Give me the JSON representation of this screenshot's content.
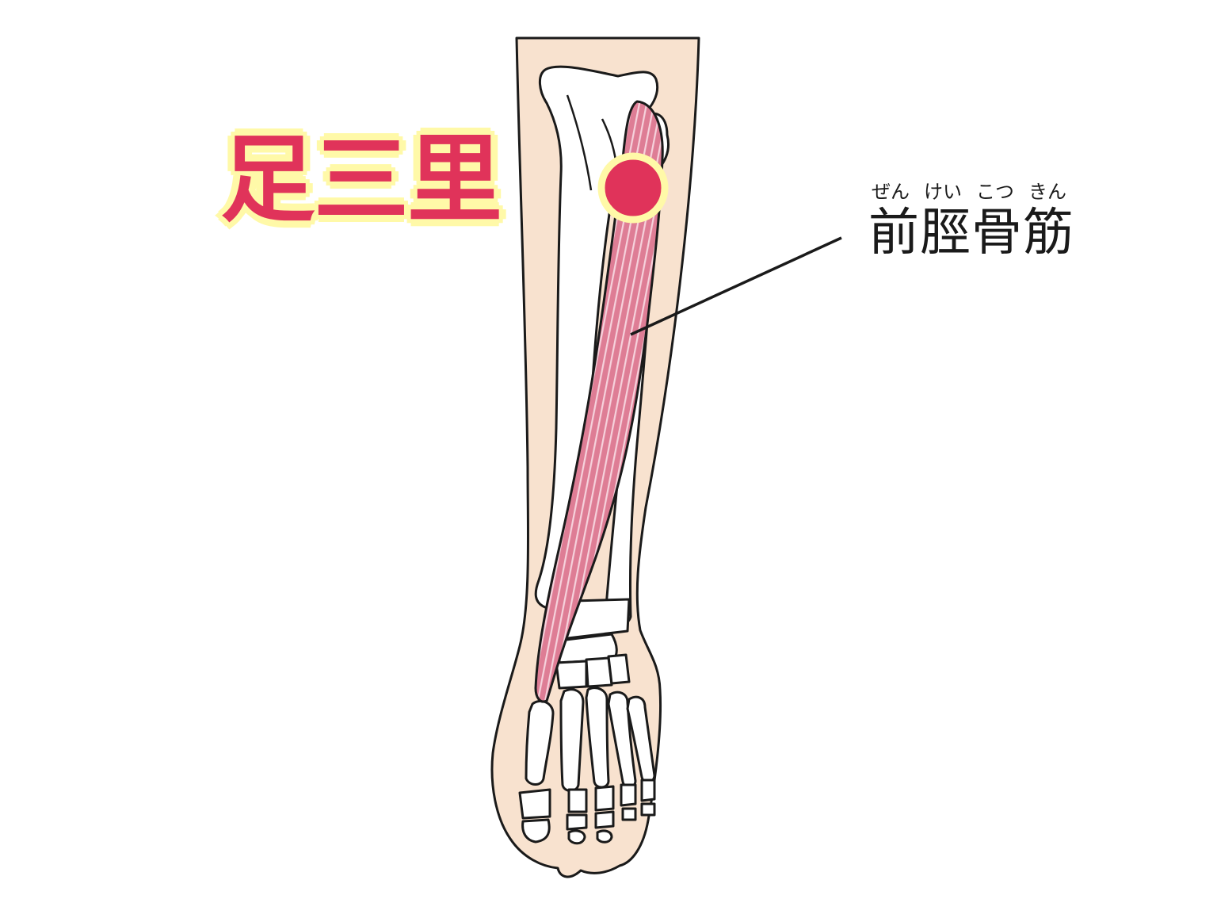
{
  "labels": {
    "acupoint": "足三里",
    "muscle": "前脛骨筋",
    "furigana": [
      "ぜん",
      "けい",
      "こつ",
      "きん"
    ]
  },
  "colors": {
    "skin": "#f8e2cf",
    "bone": "#ffffff",
    "outline": "#1a1a1a",
    "muscle": "#de7d95",
    "muscle_stripe": "#f6d2dc",
    "acupoint": "#e0335a",
    "acupoint_ring": "#fff9a8"
  }
}
